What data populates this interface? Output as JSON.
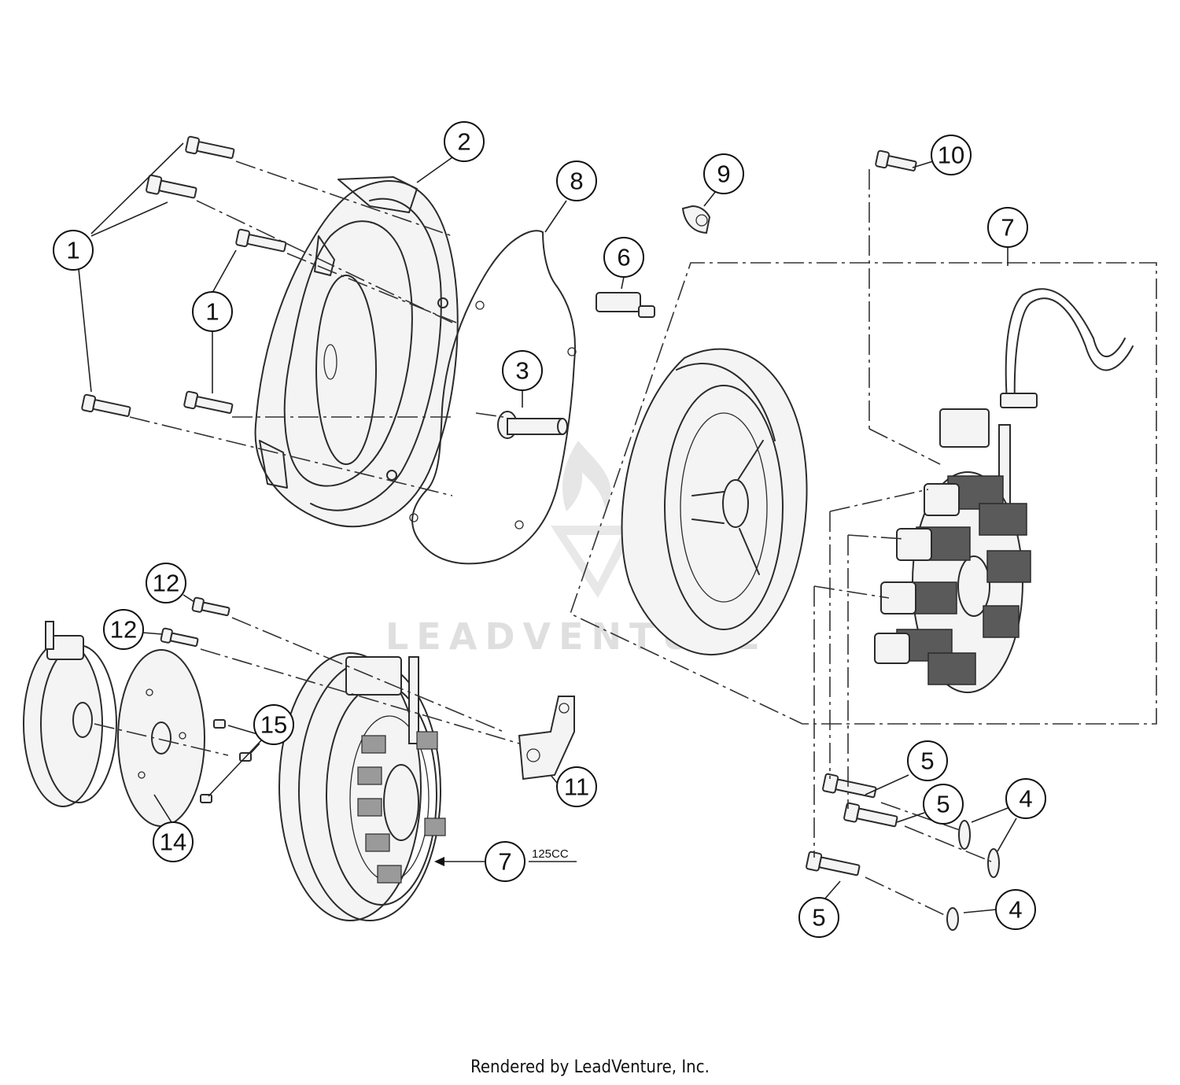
{
  "callouts": [
    {
      "id": "c1a",
      "label": "1"
    },
    {
      "id": "c1b",
      "label": "1"
    },
    {
      "id": "c2",
      "label": "2"
    },
    {
      "id": "c3",
      "label": "3"
    },
    {
      "id": "c4a",
      "label": "4"
    },
    {
      "id": "c4b",
      "label": "4"
    },
    {
      "id": "c5a",
      "label": "5"
    },
    {
      "id": "c5b",
      "label": "5"
    },
    {
      "id": "c5c",
      "label": "5"
    },
    {
      "id": "c6",
      "label": "6"
    },
    {
      "id": "c7a",
      "label": "7"
    },
    {
      "id": "c7b",
      "label": "7"
    },
    {
      "id": "c8",
      "label": "8"
    },
    {
      "id": "c9",
      "label": "9"
    },
    {
      "id": "c10",
      "label": "10"
    },
    {
      "id": "c11",
      "label": "11"
    },
    {
      "id": "c12a",
      "label": "12"
    },
    {
      "id": "c12b",
      "label": "12"
    },
    {
      "id": "c14",
      "label": "14"
    },
    {
      "id": "c15",
      "label": "15"
    }
  ],
  "variant_label": "125CC",
  "watermark": "LEADVENTURE",
  "footer": "Rendered by LeadVenture, Inc.",
  "colors": {
    "line": "#2b2b2b",
    "watermark": "#dcdcdc",
    "background": "#ffffff"
  }
}
